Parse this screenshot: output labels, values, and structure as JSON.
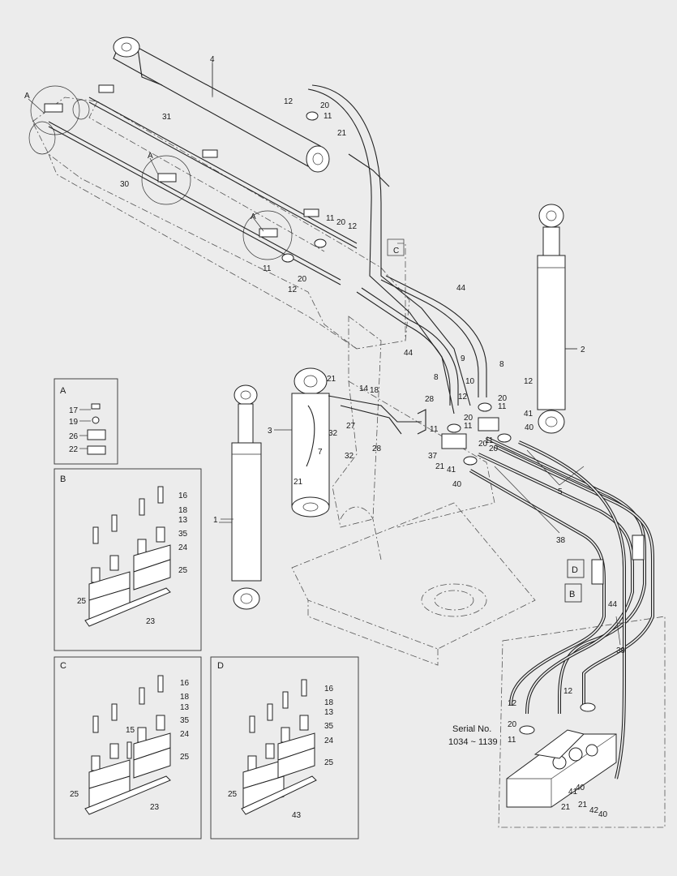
{
  "serial": {
    "label": "Serial No.",
    "range": "1034 ~ 1139"
  },
  "detail_boxes": [
    {
      "id": "A"
    },
    {
      "id": "B"
    },
    {
      "id": "C"
    },
    {
      "id": "D"
    }
  ],
  "side_tags": [
    "D",
    "B"
  ],
  "callouts": {
    "c1": "1",
    "c2": "2",
    "c3": "3",
    "c4": "4",
    "c5": "5",
    "c7": "7",
    "c8a": "8",
    "c8b": "8",
    "c9": "9",
    "c10": "10",
    "c11a": "11",
    "c11b": "11",
    "c11c": "11",
    "c11d": "11",
    "c11e": "11",
    "c11f": "11",
    "c11g": "11",
    "c11h": "11",
    "c12a": "12",
    "c12b": "12",
    "c12c": "12",
    "c12d": "12",
    "c12e": "12",
    "c12f": "12",
    "c12g": "12",
    "c14": "14",
    "c18": "18",
    "c20a": "20",
    "c20b": "20",
    "c20c": "20",
    "c20d": "20",
    "c20e": "20",
    "c20f": "20",
    "c20g": "20",
    "c20h": "20",
    "c21a": "21",
    "c21b": "21",
    "c21c": "21",
    "c21d": "21",
    "c21e": "21",
    "c21f": "21",
    "c27": "27",
    "c28a": "28",
    "c28b": "28",
    "c30": "30",
    "c31": "31",
    "c32a": "32",
    "c32b": "32",
    "c37": "37",
    "c38": "38",
    "c39": "39",
    "c40a": "40",
    "c40b": "40",
    "c40c": "40",
    "c40d": "40",
    "c41a": "41",
    "c41b": "41",
    "c41c": "41",
    "c42": "42",
    "c44a": "44",
    "c44b": "44",
    "c44c": "44",
    "cAa": "A",
    "cAb": "A",
    "cAc": "A",
    "cC": "C"
  },
  "detail_A": {
    "labels": [
      "17",
      "19",
      "26",
      "22"
    ]
  },
  "detail_B": {
    "labels": [
      "16",
      "18",
      "13",
      "35",
      "24",
      "25",
      "25",
      "23"
    ]
  },
  "detail_C": {
    "labels": [
      "16",
      "18",
      "13",
      "35",
      "24",
      "25",
      "15",
      "25",
      "23"
    ]
  },
  "detail_D": {
    "labels": [
      "16",
      "18",
      "13",
      "35",
      "24",
      "25",
      "25",
      "43"
    ]
  }
}
